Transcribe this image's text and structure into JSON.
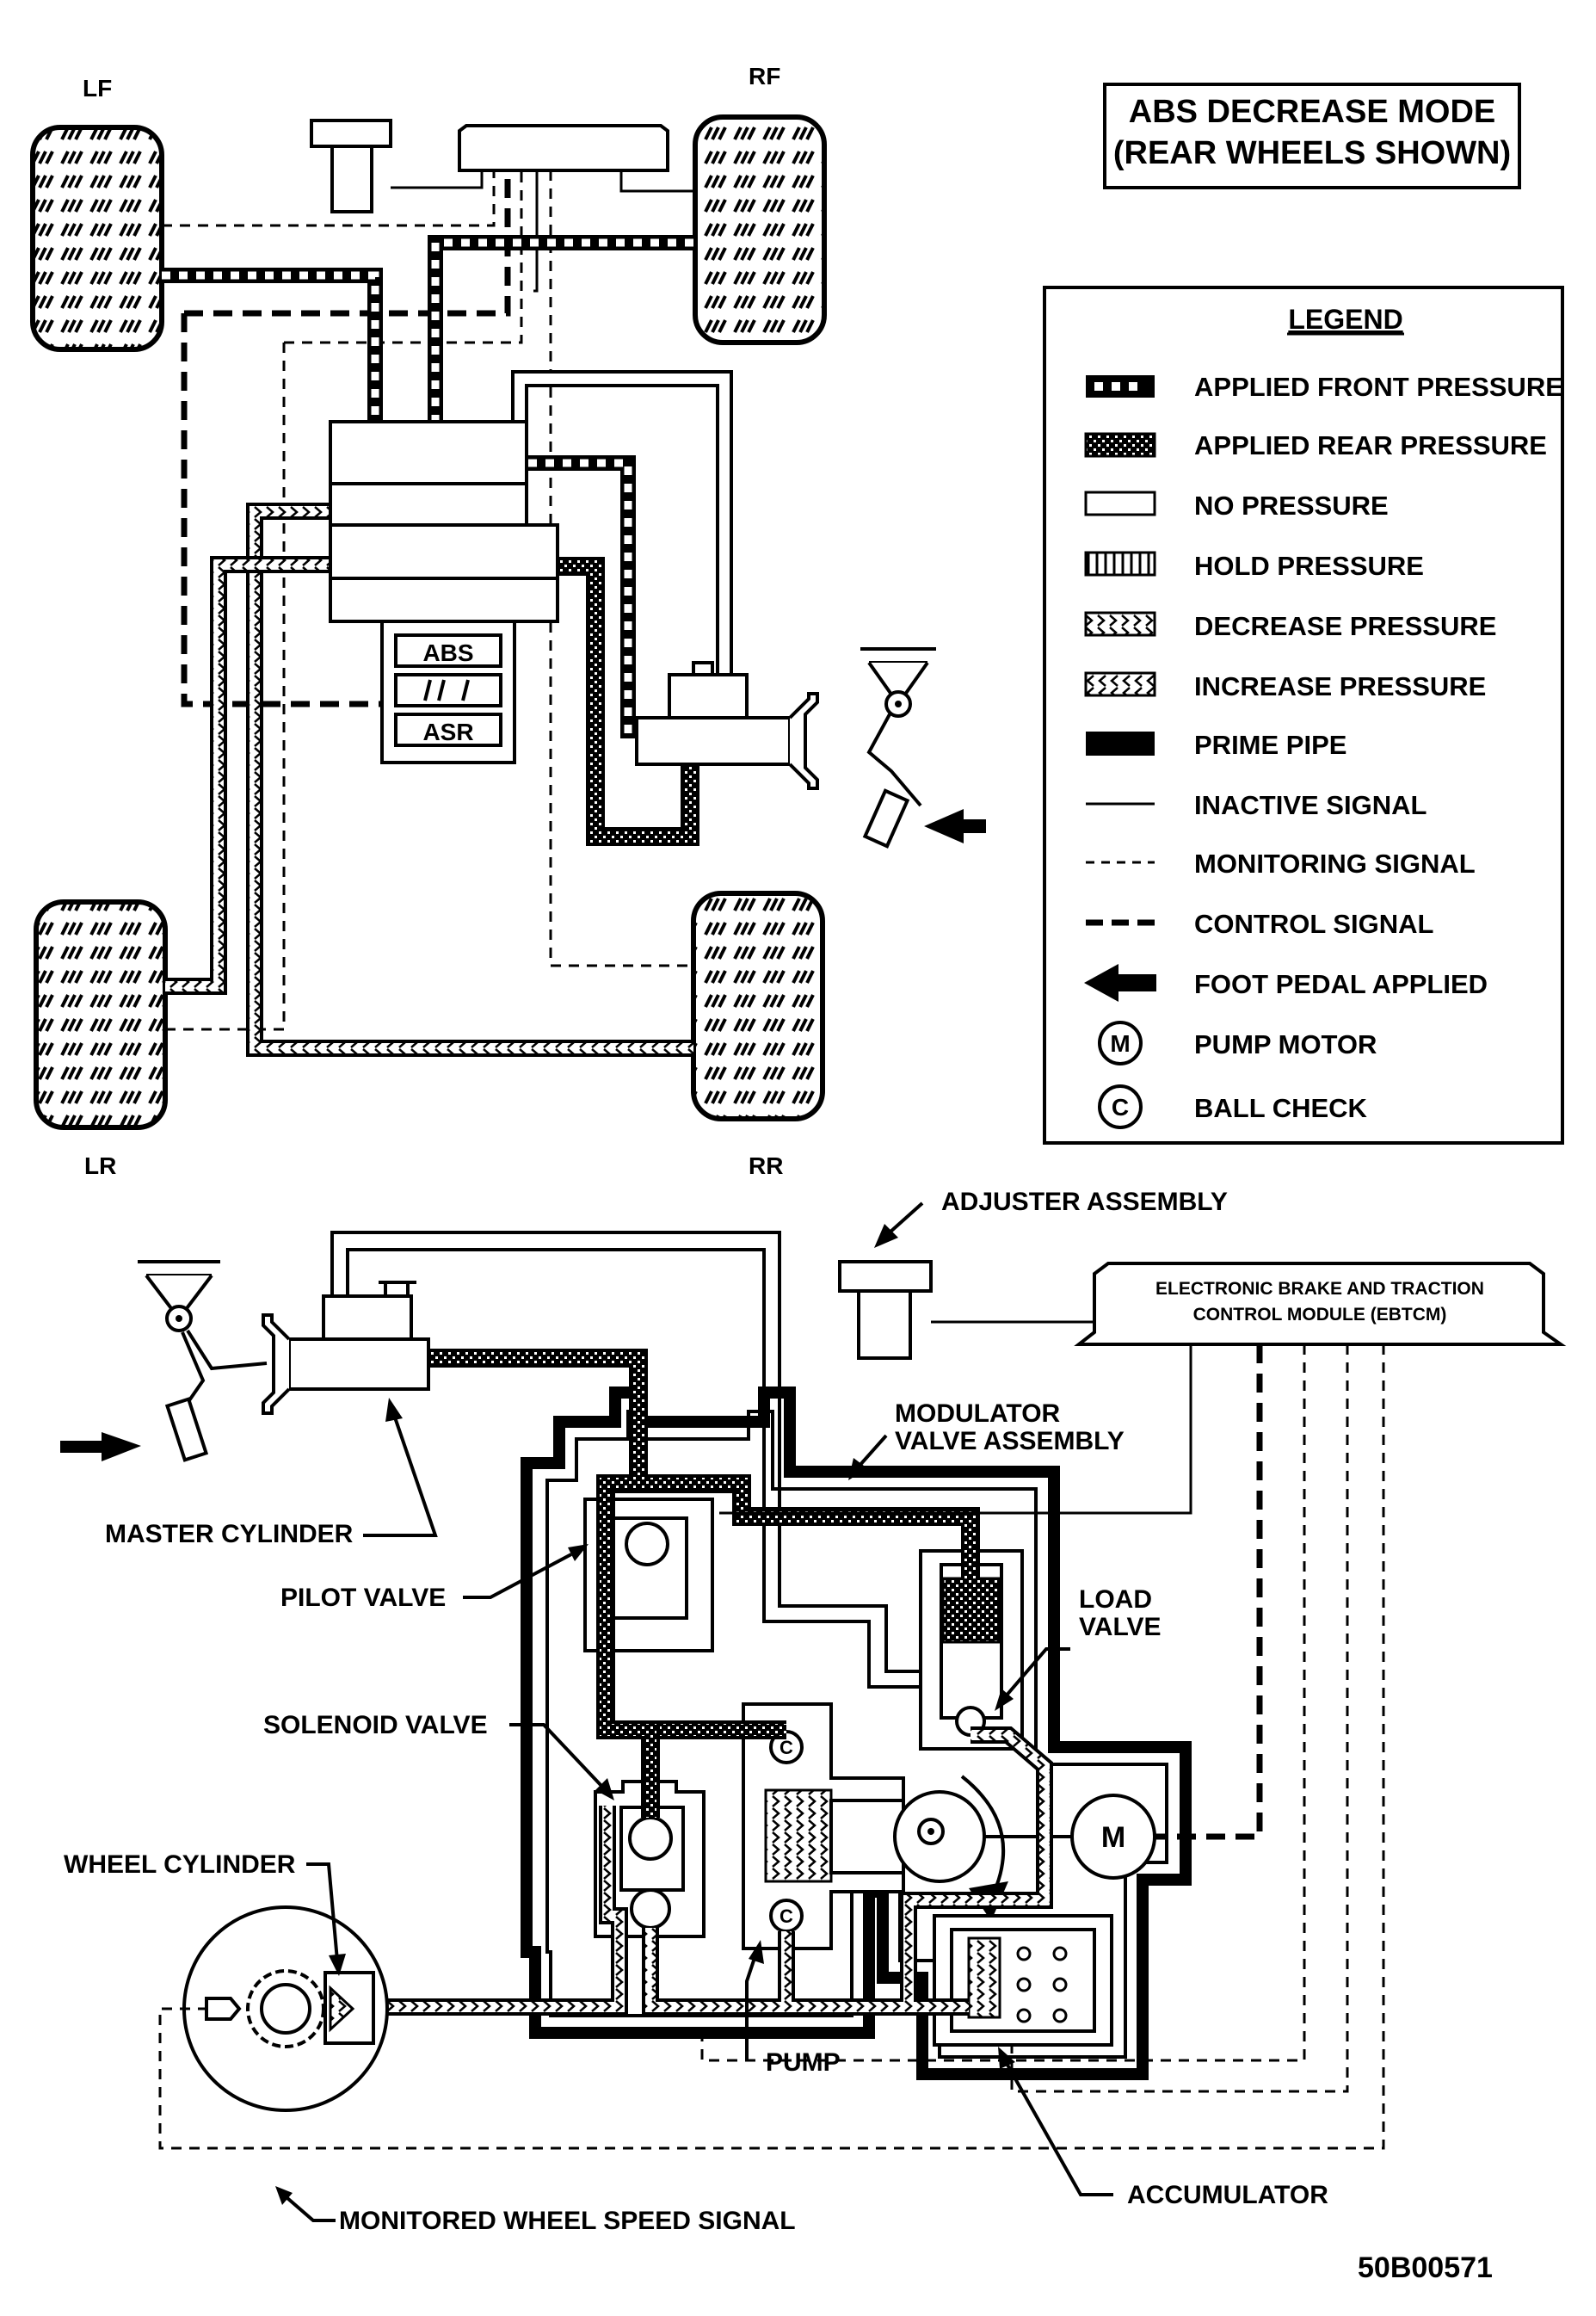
{
  "wheels": {
    "lf": "LF",
    "rf": "RF",
    "lr": "LR",
    "rr": "RR"
  },
  "title": {
    "line1": "ABS DECREASE MODE",
    "line2": "(REAR WHEELS SHOWN)"
  },
  "legend": {
    "heading": "LEGEND",
    "items": [
      "APPLIED FRONT PRESSURE",
      "APPLIED REAR PRESSURE",
      "NO PRESSURE",
      "HOLD PRESSURE",
      "DECREASE PRESSURE",
      "INCREASE PRESSURE",
      "PRIME PIPE",
      "INACTIVE SIGNAL",
      "MONITORING SIGNAL",
      "CONTROL SIGNAL",
      "FOOT PEDAL APPLIED",
      "PUMP MOTOR",
      "BALL CHECK"
    ],
    "pump_motor_symbol": "M",
    "ball_check_symbol": "C"
  },
  "module_labels": {
    "abs": "ABS",
    "asr": "ASR"
  },
  "callouts": {
    "adjuster_assembly": "ADJUSTER ASSEMBLY",
    "ebtcm_line1": "ELECTRONIC BRAKE AND TRACTION",
    "ebtcm_line2": "CONTROL MODULE (EBTCM)",
    "modulator_line1": "MODULATOR",
    "modulator_line2": "VALVE ASSEMBLY",
    "master_cylinder": "MASTER CYLINDER",
    "pilot_valve": "PILOT VALVE",
    "load_valve_line1": "LOAD",
    "load_valve_line2": "VALVE",
    "solenoid_valve": "SOLENOID VALVE",
    "wheel_cylinder": "WHEEL CYLINDER",
    "pump": "PUMP",
    "accumulator": "ACCUMULATOR",
    "monitored_signal": "MONITORED WHEEL SPEED SIGNAL"
  },
  "symbols": {
    "motor": "M",
    "check": "C"
  },
  "figure_id": "50B00571"
}
